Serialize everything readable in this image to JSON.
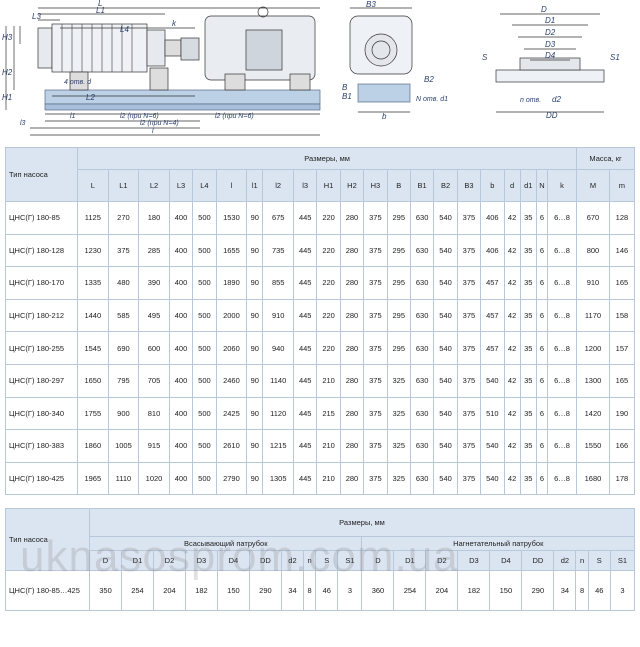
{
  "drawing": {
    "side": {
      "L": "L",
      "L1": "L1",
      "L3": "L3",
      "k": "k",
      "H1": "H1",
      "H2": "H2",
      "H3": "H3",
      "L2": "L2",
      "L4": "L4",
      "holes": "4 отв. d",
      "l1": "l1",
      "l2_n6a": "l2 (при N=6)",
      "l2_n6b": "l2 (при N=6)",
      "l2_n4": "l2 (при N=4)",
      "l3": "l3",
      "l": "l"
    },
    "front": {
      "B3": "B3",
      "B": "B",
      "B1": "B1",
      "B2": "B2",
      "N_holes": "N отв. d1",
      "b": "b"
    },
    "flange": {
      "D": "D",
      "D1": "D1",
      "D2": "D2",
      "D3": "D3",
      "D4": "D4",
      "S": "S",
      "S1": "S1",
      "n_holes": "n отв.",
      "d2": "d2",
      "DD": "DD"
    }
  },
  "table1": {
    "col_type": "Тип насоса",
    "col_dims": "Размеры, мм",
    "col_mass": "Масса, кг",
    "sub": [
      "L",
      "L1",
      "L2",
      "L3",
      "L4",
      "l",
      "l1",
      "l2",
      "l3",
      "H1",
      "H2",
      "H3",
      "B",
      "B1",
      "B2",
      "B3",
      "b",
      "d",
      "d1",
      "N",
      "k"
    ],
    "mass_sub": [
      "M",
      "m"
    ],
    "rows": [
      {
        "name": "ЦНС(Г) 180-85",
        "v": [
          "1125",
          "270",
          "180",
          "400",
          "500",
          "1530",
          "90",
          "675",
          "445",
          "220",
          "280",
          "375",
          "295",
          "630",
          "540",
          "375",
          "406",
          "42",
          "35",
          "6",
          "6…8"
        ],
        "m": [
          "670",
          "128"
        ]
      },
      {
        "name": "ЦНС(Г) 180-128",
        "v": [
          "1230",
          "375",
          "285",
          "400",
          "500",
          "1655",
          "90",
          "735",
          "445",
          "220",
          "280",
          "375",
          "295",
          "630",
          "540",
          "375",
          "406",
          "42",
          "35",
          "6",
          "6…8"
        ],
        "m": [
          "800",
          "146"
        ]
      },
      {
        "name": "ЦНС(Г) 180-170",
        "v": [
          "1335",
          "480",
          "390",
          "400",
          "500",
          "1890",
          "90",
          "855",
          "445",
          "220",
          "280",
          "375",
          "295",
          "630",
          "540",
          "375",
          "457",
          "42",
          "35",
          "6",
          "6…8"
        ],
        "m": [
          "910",
          "165"
        ]
      },
      {
        "name": "ЦНС(Г) 180-212",
        "v": [
          "1440",
          "585",
          "495",
          "400",
          "500",
          "2000",
          "90",
          "910",
          "445",
          "220",
          "280",
          "375",
          "295",
          "630",
          "540",
          "375",
          "457",
          "42",
          "35",
          "6",
          "6…8"
        ],
        "m": [
          "1170",
          "158"
        ]
      },
      {
        "name": "ЦНС(Г) 180-255",
        "v": [
          "1545",
          "690",
          "600",
          "400",
          "500",
          "2060",
          "90",
          "940",
          "445",
          "220",
          "280",
          "375",
          "295",
          "630",
          "540",
          "375",
          "457",
          "42",
          "35",
          "6",
          "6…8"
        ],
        "m": [
          "1200",
          "157"
        ]
      },
      {
        "name": "ЦНС(Г) 180-297",
        "v": [
          "1650",
          "795",
          "705",
          "400",
          "500",
          "2460",
          "90",
          "1140",
          "445",
          "210",
          "280",
          "375",
          "325",
          "630",
          "540",
          "375",
          "540",
          "42",
          "35",
          "6",
          "6…8"
        ],
        "m": [
          "1300",
          "165"
        ]
      },
      {
        "name": "ЦНС(Г) 180-340",
        "v": [
          "1755",
          "900",
          "810",
          "400",
          "500",
          "2425",
          "90",
          "1120",
          "445",
          "215",
          "280",
          "375",
          "325",
          "630",
          "540",
          "375",
          "510",
          "42",
          "35",
          "6",
          "6…8"
        ],
        "m": [
          "1420",
          "190"
        ]
      },
      {
        "name": "ЦНС(Г) 180-383",
        "v": [
          "1860",
          "1005",
          "915",
          "400",
          "500",
          "2610",
          "90",
          "1215",
          "445",
          "210",
          "280",
          "375",
          "325",
          "630",
          "540",
          "375",
          "540",
          "42",
          "35",
          "6",
          "6…8"
        ],
        "m": [
          "1550",
          "166"
        ]
      },
      {
        "name": "ЦНС(Г) 180-425",
        "v": [
          "1965",
          "1110",
          "1020",
          "400",
          "500",
          "2790",
          "90",
          "1305",
          "445",
          "210",
          "280",
          "375",
          "325",
          "630",
          "540",
          "375",
          "540",
          "42",
          "35",
          "6",
          "6…8"
        ],
        "m": [
          "1680",
          "178"
        ]
      }
    ]
  },
  "table2": {
    "col_type": "Тип насоса",
    "col_dims": "Размеры, мм",
    "suction": "Всасывающий патрубок",
    "discharge": "Нагнетательный патрубок",
    "sub": [
      "D",
      "D1",
      "D2",
      "D3",
      "D4",
      "DD",
      "d2",
      "n",
      "S",
      "S1",
      "D",
      "D1",
      "D2",
      "D3",
      "D4",
      "DD",
      "d2",
      "n",
      "S",
      "S1"
    ],
    "row": {
      "name": "ЦНС(Г) 180-85…425",
      "v": [
        "350",
        "254",
        "204",
        "182",
        "150",
        "290",
        "34",
        "8",
        "46",
        "3",
        "360",
        "254",
        "204",
        "182",
        "150",
        "290",
        "34",
        "8",
        "46",
        "3"
      ]
    }
  },
  "watermark": "uknasosprom.com.ua"
}
